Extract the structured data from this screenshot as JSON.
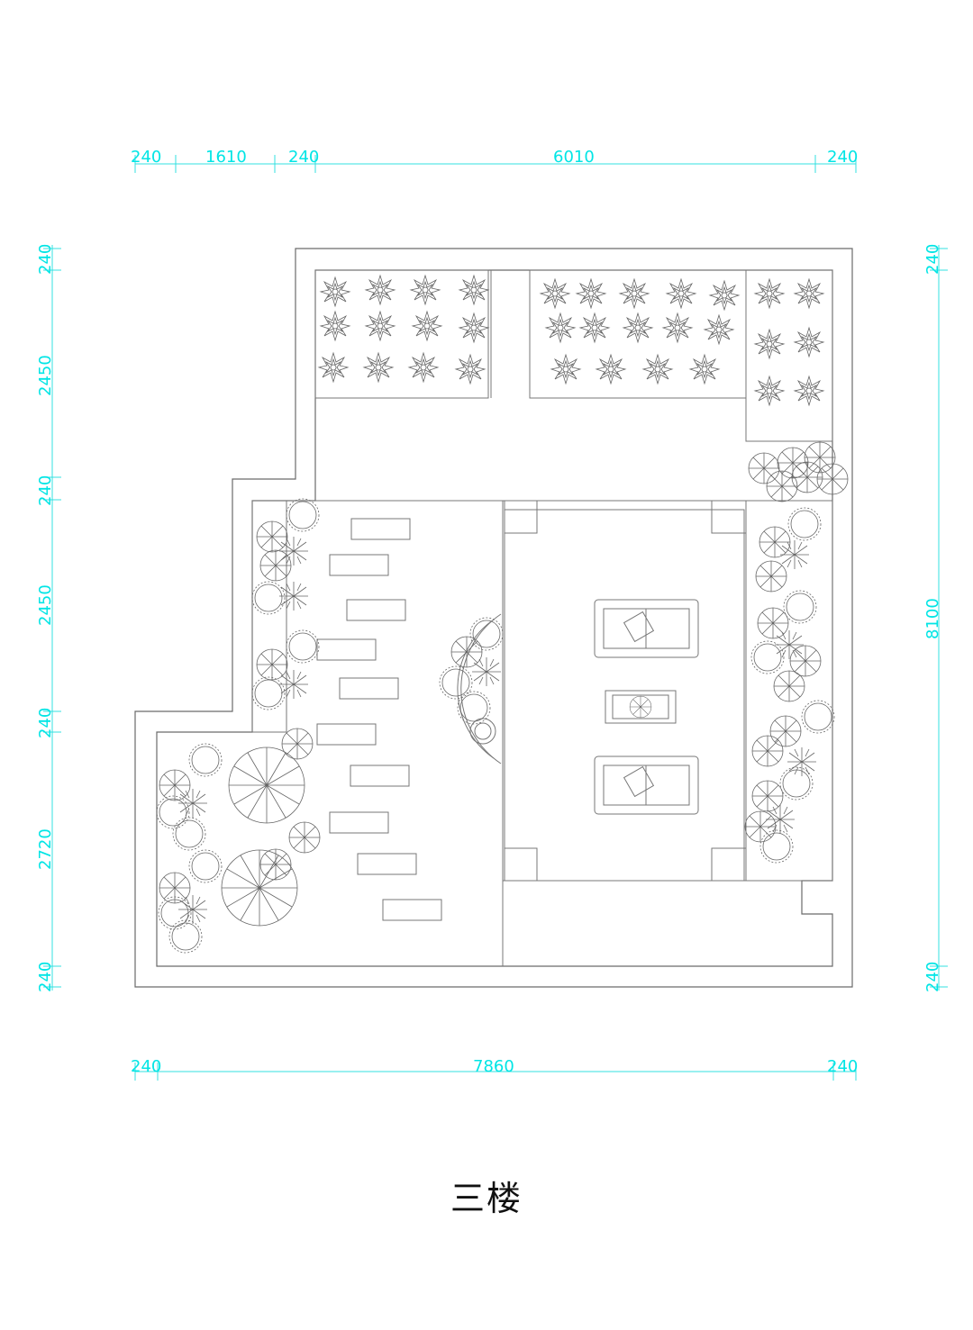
{
  "floor_title": "三楼",
  "dimensions": {
    "top": [
      "240",
      "1610",
      "240",
      "6010",
      "240"
    ],
    "bottom": [
      "240",
      "7860",
      "240"
    ],
    "left": [
      "240",
      "2450",
      "240",
      "2450",
      "240",
      "2720",
      "240"
    ],
    "right": [
      "240",
      "8100",
      "240"
    ]
  },
  "colors": {
    "dimension": "#00e5e5",
    "linework": "#6a6a6a",
    "title": "#111111"
  }
}
